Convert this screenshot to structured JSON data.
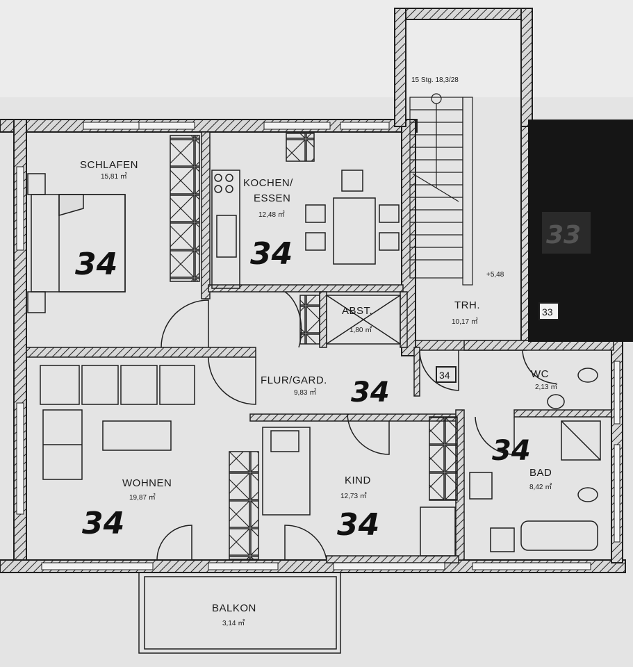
{
  "rooms": {
    "schlafen": {
      "name": "SCHLAFEN",
      "area": "15,81 ㎡",
      "unit": "34"
    },
    "kochen": {
      "name_line1": "KOCHEN/",
      "name_line2": "ESSEN",
      "area": "12,48 ㎡",
      "unit": "34"
    },
    "abst": {
      "name": "ABST.",
      "area": "1,80 ㎡"
    },
    "trh": {
      "name": "TRH.",
      "area": "10,17 ㎡"
    },
    "flur": {
      "name": "FLUR/GARD.",
      "area": "9,83 ㎡",
      "unit": "34"
    },
    "wc": {
      "name": "WC",
      "area": "2,13 ㎡"
    },
    "bad": {
      "name": "BAD",
      "area": "8,42 ㎡",
      "unit": "34"
    },
    "wohnen": {
      "name": "WOHNEN",
      "area": "19,87 ㎡",
      "unit": "34"
    },
    "kind": {
      "name": "KIND",
      "area": "12,73 ㎡",
      "unit": "34"
    },
    "balkon": {
      "name": "BALKON",
      "area": "3,14 ㎡"
    }
  },
  "stair": {
    "label": "15 Stg. 18,3/28",
    "level": "+5,48"
  },
  "door_tags": {
    "unit34": "34",
    "unit33": "33"
  },
  "neighbor_unit": {
    "label": "33"
  },
  "colors": {
    "wall": "#1f1f1f",
    "paper": "#e4e4e4",
    "redacted": "#151515"
  }
}
